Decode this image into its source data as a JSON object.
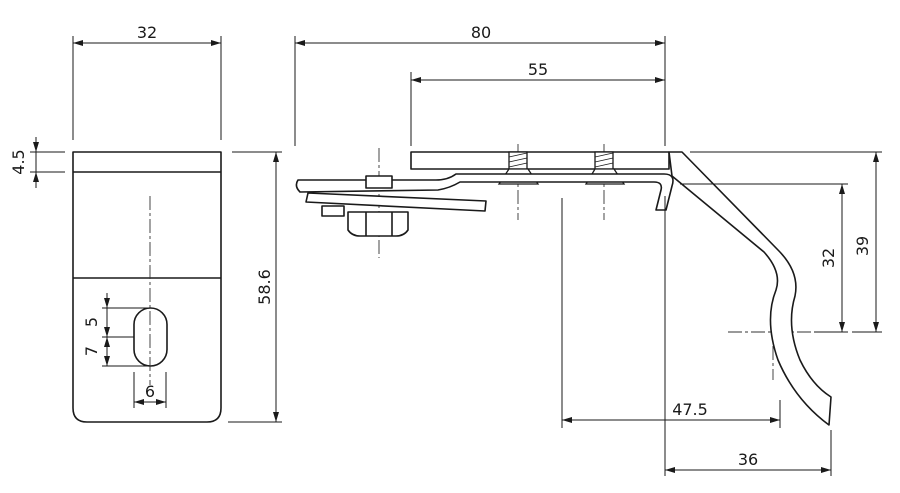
{
  "dimensions": {
    "front_width": "32",
    "top_thickness": "4.5",
    "front_height": "58.6",
    "slot_width_label": "5",
    "slot_length_label": "7",
    "slot_offset": "6",
    "overall_length": "80",
    "inner_length": "55",
    "hook_height": "32",
    "total_height": "39",
    "hook_offset": "47.5",
    "hook_reach": "36"
  },
  "colors": {
    "line": "#1a1a1a",
    "background": "#ffffff"
  }
}
